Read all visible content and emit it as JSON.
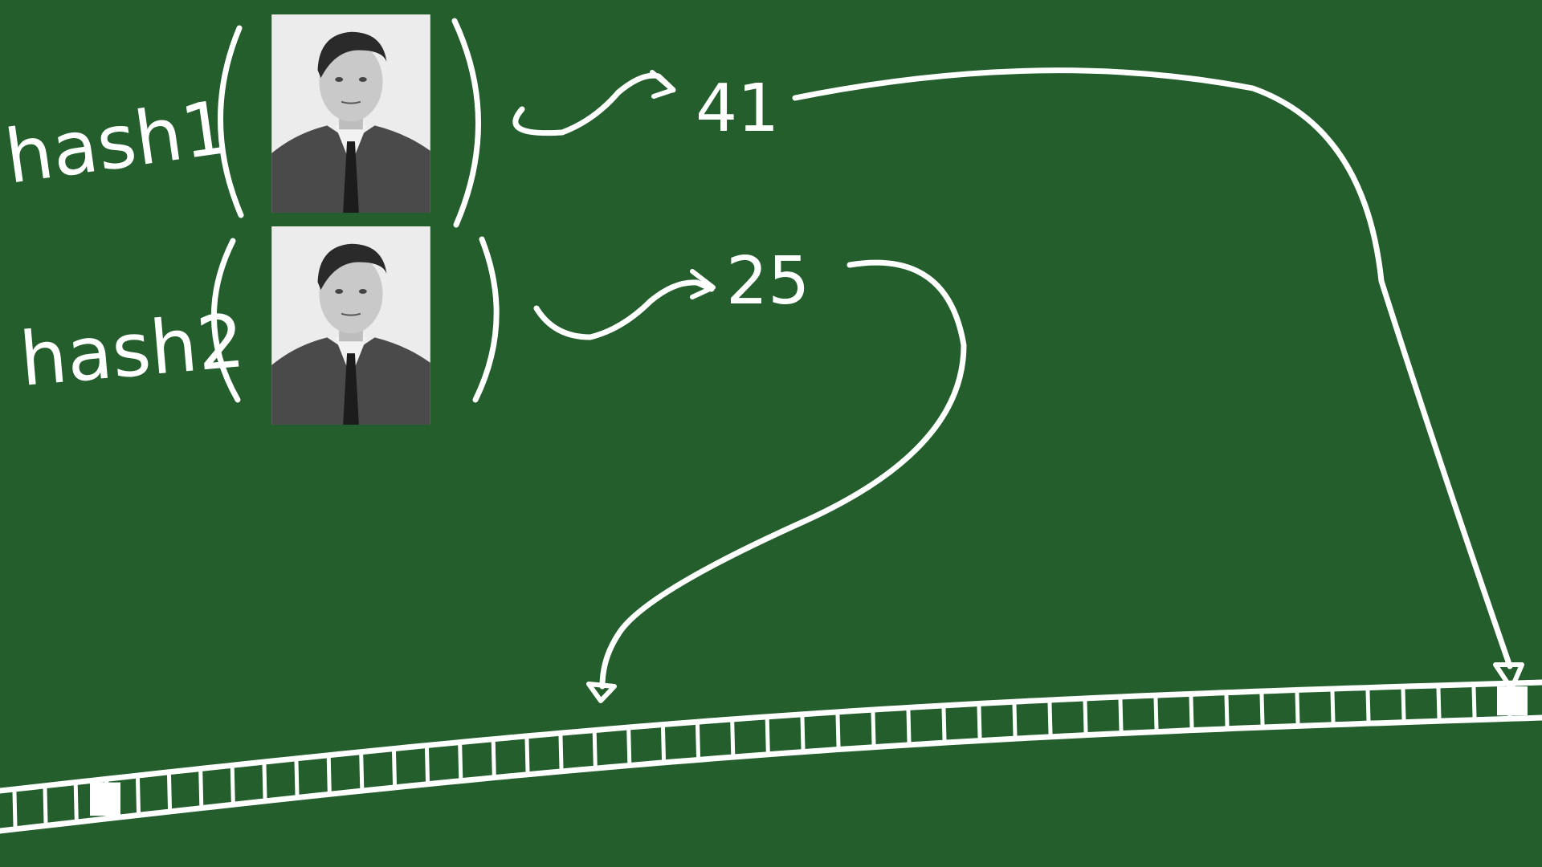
{
  "colors": {
    "board": "#235e2c",
    "chalk": "#ffffff"
  },
  "functions": [
    {
      "label": "hash1",
      "input_icon": "portrait-photo-icon",
      "output": "41"
    },
    {
      "label": "hash2",
      "input_icon": "portrait-photo-icon",
      "output": "25"
    }
  ],
  "array": {
    "highlighted_slots": 2
  }
}
